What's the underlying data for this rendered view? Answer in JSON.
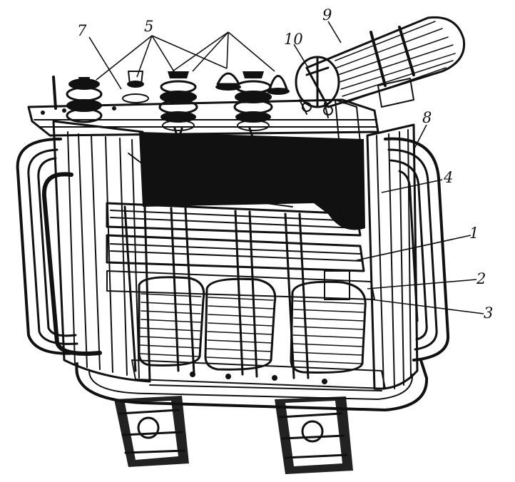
{
  "labels": {
    "l1": "1",
    "l2": "2",
    "l3": "3",
    "l4": "4",
    "l5": "5",
    "l7": "7",
    "l8": "8",
    "l9": "9",
    "l10": "10"
  }
}
